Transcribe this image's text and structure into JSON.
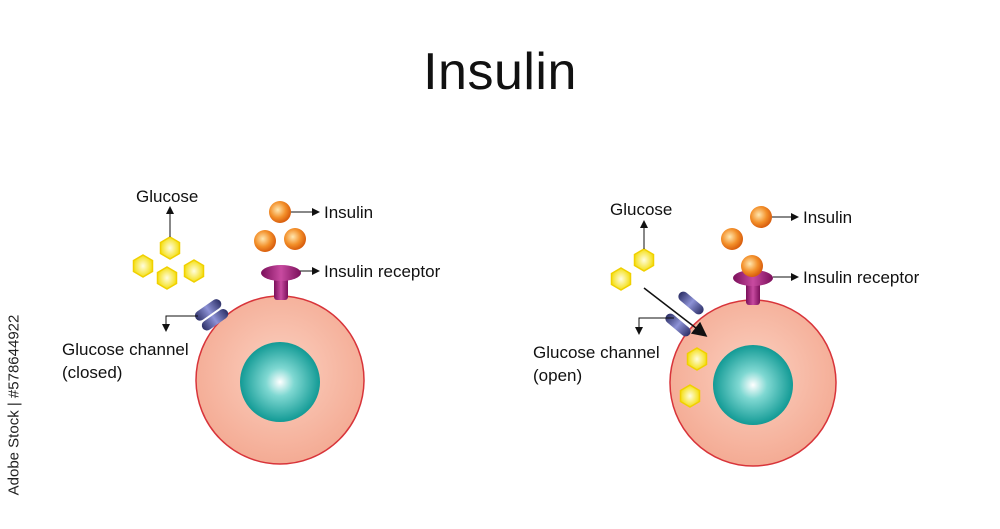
{
  "title": "Insulin",
  "watermark": "Adobe Stock | #578644922",
  "colors": {
    "cell_fill": "#f7b8a2",
    "cell_stroke": "#d8343a",
    "nucleus": "#1fa9a3",
    "glucose": "#f5e100",
    "insulin": "#f07f1c",
    "receptor": "#a01e78",
    "channel": "#3b3f80"
  },
  "panels": [
    {
      "state": "closed",
      "labels": {
        "glucose": "Glucose",
        "insulin": "Insulin",
        "insulin_receptor": "Insulin receptor",
        "channel_line1": "Glucose channel",
        "channel_line2": "(closed)"
      }
    },
    {
      "state": "open",
      "labels": {
        "glucose": "Glucose",
        "insulin": "Insulin",
        "insulin_receptor": "Insulin receptor",
        "channel_line1": "Glucose channel",
        "channel_line2": "(open)"
      }
    }
  ]
}
